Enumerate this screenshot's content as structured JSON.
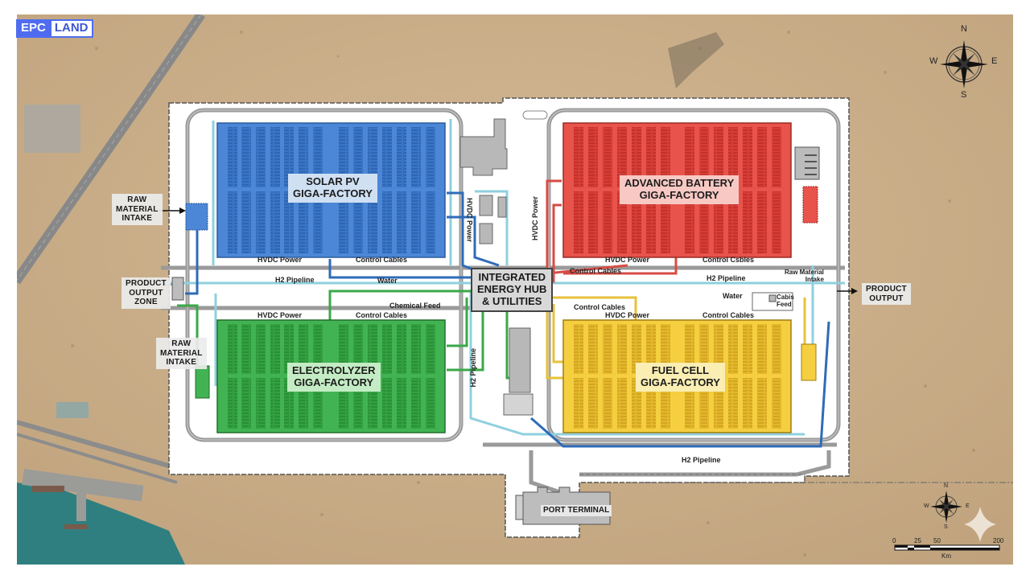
{
  "brand": {
    "part1": "EPC",
    "part2": "LAND"
  },
  "compass_main": {
    "n": "N",
    "s": "S",
    "e": "E",
    "w": "W"
  },
  "compass_small": {
    "n": "N",
    "s": "S",
    "e": "E",
    "w": "W"
  },
  "scale_bar": {
    "ticks": [
      "0",
      "25",
      "50",
      "200"
    ],
    "unit": "Km"
  },
  "facilities": {
    "solar": {
      "line1": "SOLAR PV",
      "line2": "GIGA-FACTORY",
      "color": "#3f7fd1"
    },
    "battery": {
      "line1": "ADVANCED BATTERY",
      "line2": "GIGA-FACTORY",
      "color": "#e2463f"
    },
    "electrolyzer": {
      "line1": "ELECTROLYZER",
      "line2": "GIGA-FACTORY",
      "color": "#3cad4a"
    },
    "fuelcell": {
      "line1": "FUEL CELL",
      "line2": "GIGA-FACTORY",
      "color": "#f3ca35"
    }
  },
  "hub": {
    "line1": "INTEGRATED",
    "line2": "ENERGY HUB",
    "line3": "& UTILITIES"
  },
  "port_terminal": "PORT TERMINAL",
  "callouts": {
    "raw_material_intake_top": {
      "line1": "RAW",
      "line2": "MATERIAL",
      "line3": "INTAKE"
    },
    "product_output_zone": {
      "line1": "PRODUCT",
      "line2": "OUTPUT",
      "line3": "ZONE"
    },
    "raw_material_intake_bottom": {
      "line1": "RAW",
      "line2": "MATERIAL",
      "line3": "INTAKE"
    },
    "product_output": {
      "line1": "PRODUCT",
      "line2": "OUTPUT"
    }
  },
  "utility_labels": {
    "solar_hvdc": "HVDC Power",
    "solar_control": "Control Cables",
    "h2_pipeline_left": "H2 Pipeline",
    "water_left": "Water",
    "chemical_feed": "Chemical Feed",
    "electro_hvdc": "HVDC Power",
    "electro_control": "Control Cables",
    "hvdc_vertical_left": "HVDC Power",
    "hvdc_vertical_right": "HVDC Power",
    "h2_pipeline_vertical": "H2 Pipeline",
    "battery_hvdc": "HVDC Power",
    "battery_control": "Control Csbles",
    "battery_control_2": "Control Cables",
    "h2_pipeline_right": "H2 Pipeline",
    "raw_material_intake_small_1": "Raw Material",
    "raw_material_intake_small_2": "Intake",
    "water_right": "Water",
    "cable_feed_1": "Cabis",
    "cable_feed_2": "Feed",
    "fuel_control_1": "Control Cables",
    "fuel_hvdc": "HVDC Power",
    "fuel_control_2": "Control Cables",
    "h2_pipeline_bottom": "H2 Pipeline"
  }
}
